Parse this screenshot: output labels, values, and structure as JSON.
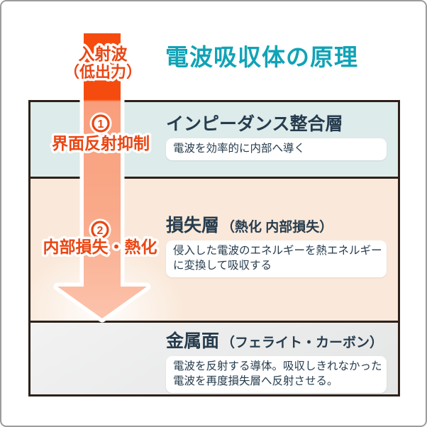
{
  "title": "電波吸収体の原理",
  "incident_wave": {
    "line1": "入射波",
    "line2": "（低出力）"
  },
  "steps": [
    {
      "number": "1",
      "label": "界面反射抑制"
    },
    {
      "number": "2",
      "label": "内部損失・熱化"
    }
  ],
  "layers": [
    {
      "heading": "インピーダンス整合層",
      "subheading": "",
      "description_lines": [
        "電波を効率的に内部へ導く",
        ""
      ]
    },
    {
      "heading": "損失層",
      "subheading": "（熱化 内部損失）",
      "description_lines": [
        "侵入した電波のエネルギーを熱エネルギー",
        "に変換して吸収する"
      ]
    },
    {
      "heading": "金属面",
      "subheading": "（フェライト・カーボン）",
      "description_lines": [
        "電波を反射する導体。吸収しきれなかった",
        "電波を再度損失層へ反射させる。"
      ]
    }
  ],
  "colors": {
    "title_teal": "#10a3b6",
    "accent_red": "#ea4613",
    "arrow_solid": "#f64b0e",
    "arrow_salmon": "#f99e7c",
    "arrow_tip": "#fcc3ac",
    "heading_slate": "#263c4e",
    "layer1_bg": "#ddebea",
    "layer2_bg": "#fae9da",
    "layer3_bg": "#ebebeb",
    "box_border": "#2e211a",
    "card_border": "#9c9c9a"
  }
}
